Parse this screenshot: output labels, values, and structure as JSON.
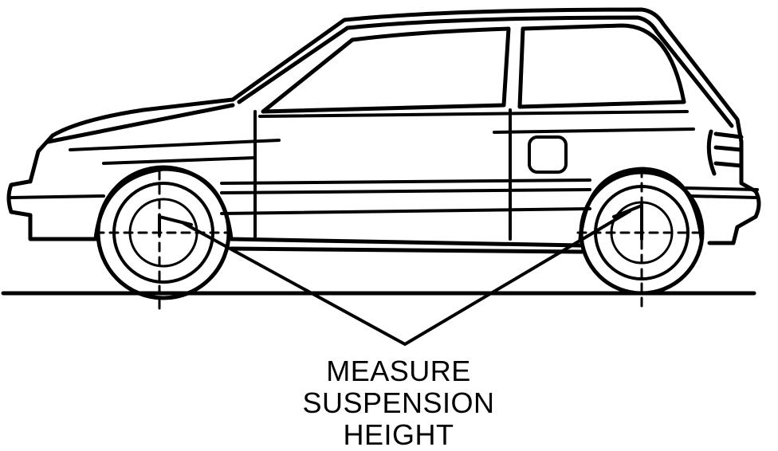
{
  "callout": {
    "lines": [
      "MEASURE",
      "SUSPENSION",
      "HEIGHT"
    ]
  },
  "colors": {
    "ink": "#000000",
    "background": "#ffffff"
  }
}
